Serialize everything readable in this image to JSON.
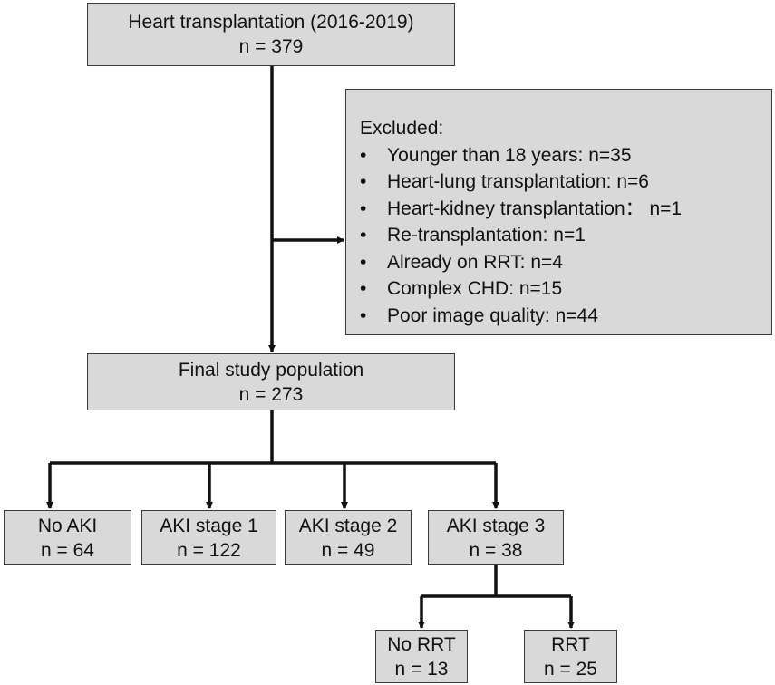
{
  "top": {
    "line1": "Heart transplantation (2016-2019)",
    "line2": "n = 379"
  },
  "excluded": {
    "title": "Excluded:",
    "items": [
      "Younger than 18 years: n=35",
      "Heart-lung transplantation: n=6",
      "Heart-kidney transplantation： n=1",
      "Re-transplantation: n=1",
      "Already on RRT: n=4",
      "Complex CHD: n=15",
      "Poor image quality: n=44"
    ]
  },
  "final": {
    "line1": "Final study population",
    "line2": "n = 273"
  },
  "stages": [
    {
      "label": "No AKI",
      "n": "n = 64"
    },
    {
      "label": "AKI stage 1",
      "n": "n = 122"
    },
    {
      "label": "AKI stage 2",
      "n": "n = 49"
    },
    {
      "label": "AKI stage 3",
      "n": "n = 38"
    }
  ],
  "rrt": [
    {
      "label": "No RRT",
      "n": "n = 13"
    },
    {
      "label": "RRT",
      "n": "n = 25"
    }
  ],
  "colors": {
    "box_fill": "#d9d9d9",
    "box_border": "#3a3a3a",
    "line": "#111111"
  }
}
